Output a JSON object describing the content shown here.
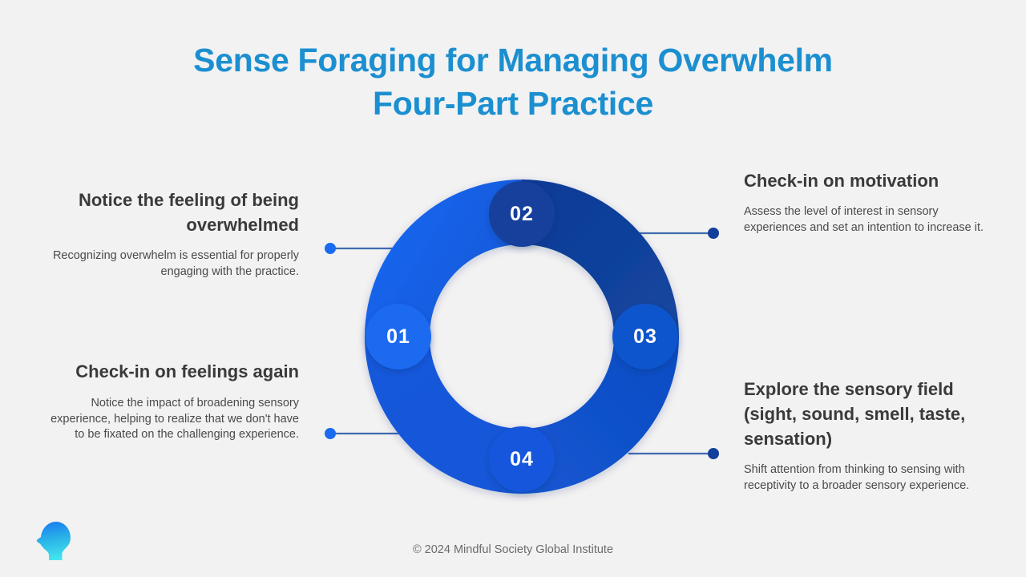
{
  "theme": {
    "background": "#f2f2f2",
    "title_color": "#1b8fd0",
    "heading_color": "#3a3a3a",
    "body_color": "#4a4a4a",
    "footer_color": "#6b6b6b",
    "segment_colors": [
      "#1565e8",
      "#0d3f9e",
      "#1050c8",
      "#1457d8"
    ],
    "badge_colors": [
      "#1a6bf0",
      "#123f9b",
      "#1154cc",
      "#1357dc"
    ],
    "connector_line_color": "#3f6bb0",
    "connector_dot_left": "#1a6bf0",
    "connector_dot_right": "#123f9b"
  },
  "header": {
    "title_line_1": "Sense Foraging for Managing Overwhelm",
    "title_line_2": "Four-Part Practice"
  },
  "chart_data": {
    "type": "pie",
    "title": "Sense Foraging Four-Part Practice",
    "labels": [
      "01",
      "02",
      "03",
      "04"
    ],
    "categories": [
      "Notice the feeling of being overwhelmed",
      "Check-in on motivation",
      "Explore the sensory field (sight, sound, smell, taste, sensation)",
      "Check-in on feelings again"
    ],
    "values": [
      25,
      25,
      25,
      25
    ],
    "colors": [
      "#1565e8",
      "#0d3f9e",
      "#1050c8",
      "#1457d8"
    ],
    "legend": "none",
    "donut_hole_ratio": 0.585
  },
  "steps": [
    {
      "number": "01",
      "title": "Notice the feeling of being overwhelmed",
      "description": "Recognizing overwhelm is essential for properly engaging with the practice.",
      "side": "left"
    },
    {
      "number": "02",
      "title": "Check-in on motivation",
      "description": "Assess the level of interest in sensory experiences and set an intention to increase it.",
      "side": "right"
    },
    {
      "number": "03",
      "title": "Explore the sensory field (sight, sound, smell, taste, sensation)",
      "description": "Shift attention from thinking to sensing with receptivity to a broader sensory experience.",
      "side": "right"
    },
    {
      "number": "04",
      "title": "Check-in on feelings again",
      "description": "Notice the impact of broadening sensory experience, helping to realize that we don't have to be fixated on the challenging experience.",
      "side": "left"
    }
  ],
  "branding": {
    "logo_name": "head-profile-logo",
    "footer": "© 2024 Mindful Society Global Institute"
  }
}
